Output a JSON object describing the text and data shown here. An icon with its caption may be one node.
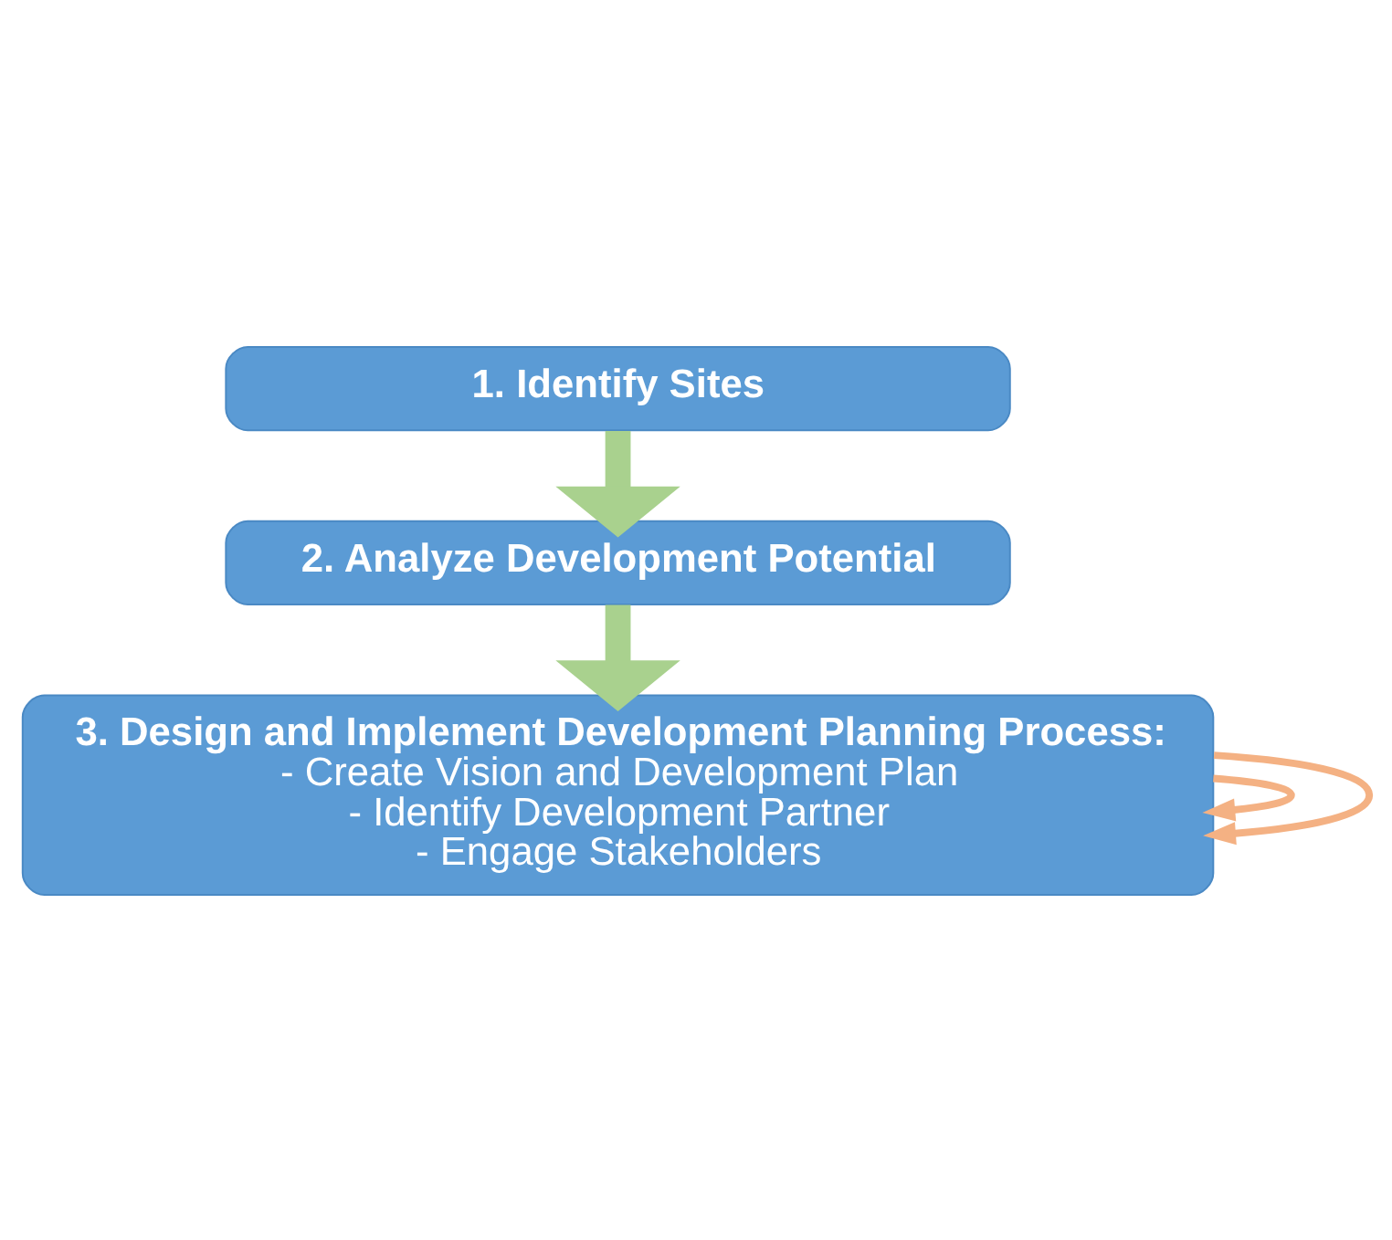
{
  "diagram": {
    "nodes": [
      {
        "text": [
          "1. Identify Sites"
        ]
      },
      {
        "text": [
          "2. Analyze Development Potential"
        ]
      },
      {
        "text": [
          "3. Design and Implement Development Planning Process:",
          "- Create Vision and Development Plan",
          "- Identify Development Partner",
          "- Engage Stakeholders"
        ]
      }
    ],
    "edges": [
      {
        "from": 0,
        "to": 1,
        "arrow": "to",
        "style": "thick",
        "color": "#a9d18e"
      },
      {
        "from": 1,
        "to": 2,
        "arrow": "to",
        "style": "thick",
        "color": "#a9d18e"
      },
      {
        "from": 2,
        "to": 2,
        "arrow": "to",
        "color": "#f4b183"
      },
      {
        "from": 2,
        "to": 2,
        "arrow": "to",
        "color": "#f4b183"
      }
    ]
  }
}
